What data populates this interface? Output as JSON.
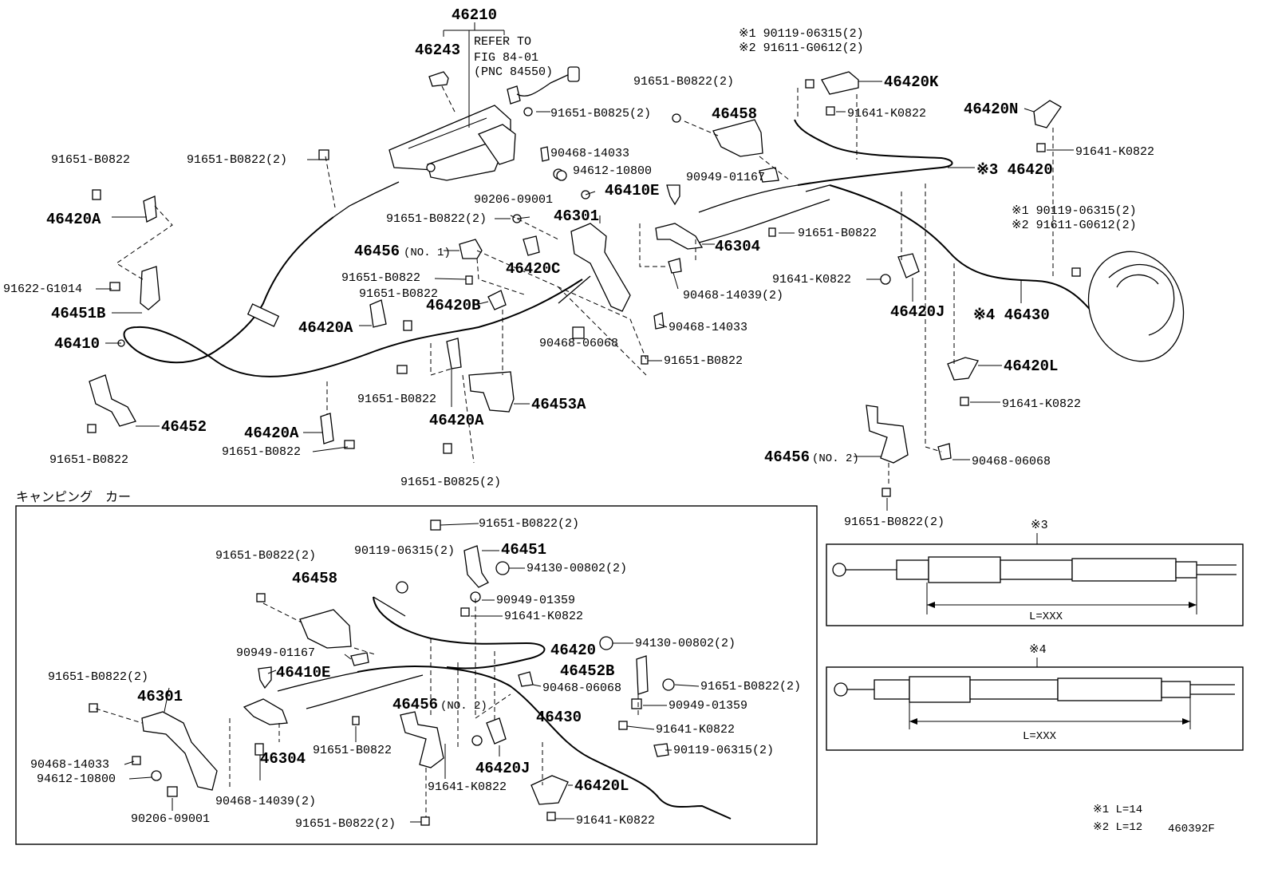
{
  "labels": {
    "main_46210": "46210",
    "main_46243": "46243",
    "refer1": "REFER TO",
    "refer2": "FIG 84-01",
    "refer3": "(PNC 84550)",
    "m_91651_b0825_2": "91651-B0825(2)",
    "m_90468_14033_a": "90468-14033",
    "m_94612_10800": "94612-10800",
    "m_90206_09001": "90206-09001",
    "m_91651_b0822_2a": "91651-B0822(2)",
    "m_46301": "46301",
    "m_46410e": "46410E",
    "m_90949_01167": "90949-01167",
    "m_46304": "46304",
    "m_91651_b0822_b": "91651-B0822",
    "m_90468_14039_2": "90468-14039(2)",
    "m_90468_14033_b": "90468-14033",
    "m_90468_06068_a": "90468-06068",
    "m_91651_b0822_c": "91651-B0822",
    "m_46453a": "46453A",
    "m_91651_b0822_2b": "91651-B0822(2)",
    "m_46458": "46458",
    "m_91651_b0822_2c": "91651-B0822(2)",
    "m_91651_b0822_d": "91651-B0822",
    "m_46420a_1": "46420A",
    "m_91622_g1014": "91622-G1014",
    "m_46451b": "46451B",
    "m_46410": "46410",
    "m_46456_no1": "46456",
    "m_no1": "(NO. 1)",
    "m_91651_b0822_e": "91651-B0822",
    "m_46420c": "46420C",
    "m_91651_b0822_f": "91651-B0822",
    "m_46420b": "46420B",
    "m_46420a_2": "46420A",
    "m_91651_b0822_g": "91651-B0822",
    "m_46420a_3": "46420A",
    "m_46452": "46452",
    "m_91651_b0822_h": "91651-B0822",
    "m_46420a_4": "46420A",
    "m_91651_b0822_i": "91651-B0822",
    "m_91651_b0825_2b": "91651-B0825(2)",
    "r_k1_90119": "※1 90119-06315(2)",
    "r_k2_91611": "※2 91611-G0612(2)",
    "r_46420k": "46420K",
    "r_91641_k0822_a": "91641-K0822",
    "r_46420n": "46420N",
    "r_91641_k0822_b": "91641-K0822",
    "r_46420": "※3 46420",
    "r_k1_90119_b": "※1 90119-06315(2)",
    "r_k2_91611_b": "※2 91611-G0612(2)",
    "r_91641_k0822_c": "91641-K0822",
    "r_46420j": "46420J",
    "r_46430": "※4 46430",
    "r_46420l": "46420L",
    "r_91641_k0822_d": "91641-K0822",
    "r_46456_no2": "46456",
    "r_no2": "(NO. 2)",
    "r_90468_06068": "90468-06068",
    "r_91651_b0822_2": "91651-B0822(2)",
    "camping": "キャンピング　カー",
    "c_91651_b0822_2a": "91651-B0822(2)",
    "c_90119_06315_2a": "90119-06315(2)",
    "c_46451": "46451",
    "c_94130_00802_2a": "94130-00802(2)",
    "c_91651_b0822_2b": "91651-B0822(2)",
    "c_46458": "46458",
    "c_90949_01359_a": "90949-01359",
    "c_91641_k0822_a": "91641-K0822",
    "c_94130_00802_2b": "94130-00802(2)",
    "c_90949_01167": "90949-01167",
    "c_46420": "46420",
    "c_46410e": "46410E",
    "c_46452b": "46452B",
    "c_91651_b0822_2c": "91651-B0822(2)",
    "c_91651_b0822_2d": "91651-B0822(2)",
    "c_90468_06068": "90468-06068",
    "c_46301": "46301",
    "c_90949_01359_b": "90949-01359",
    "c_46456_no2": "46456",
    "c_no2": "(NO. 2)",
    "c_46430": "46430",
    "c_91641_k0822_b": "91641-K0822",
    "c_91651_b0822_a": "91651-B0822",
    "c_90119_06315_2b": "90119-06315(2)",
    "c_46304": "46304",
    "c_90468_14033": "90468-14033",
    "c_46420j": "46420J",
    "c_94612_10800": "94612-10800",
    "c_90468_14039_2": "90468-14039(2)",
    "c_91641_k0822_c": "91641-K0822",
    "c_46420l": "46420L",
    "c_90206_09001": "90206-09001",
    "c_91651_b0822_2e": "91651-B0822(2)",
    "c_91641_k0822_d": "91641-K0822",
    "inset3_title": "※3",
    "inset3_len": "L=XXX",
    "inset4_title": "※4",
    "inset4_len": "L=XXX",
    "note1": "※1  L=14",
    "note2": "※2  L=12",
    "fig_code": "460392F"
  }
}
